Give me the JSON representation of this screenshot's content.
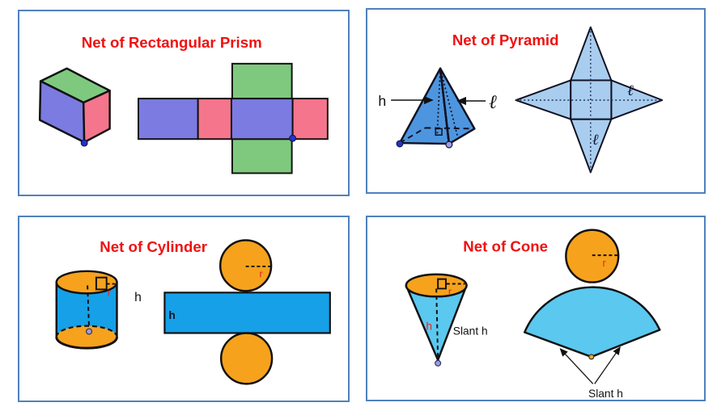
{
  "colors": {
    "panel_border": "#4f81bd",
    "title_red": "#ee1111",
    "label_red": "#e8251f",
    "prism_purple": "#7b7be1",
    "prism_pink": "#f5758d",
    "prism_green": "#7fc97f",
    "pyramid_blue": "#4d96df",
    "pyramid_net_blue": "#a9cdef",
    "cylinder_blue": "#16a0e8",
    "cone_blue": "#5bc8ef",
    "orange": "#f6a21d",
    "outline": "#111111",
    "dot_blue": "#2233cc",
    "dot_light_purple": "#9c9ce8",
    "dot_orange": "#f9a825"
  },
  "panels": {
    "prism": {
      "title": "Net of Rectangular Prism"
    },
    "pyramid": {
      "title": "Net of Pyramid",
      "label_h": "h",
      "label_ell": "ℓ",
      "label_ell_right": "ℓ",
      "label_ell_bottom": "ℓ"
    },
    "cylinder": {
      "title": "Net of Cylinder",
      "label_r_solid": "r",
      "label_h_solid": "h",
      "label_r_net": "r",
      "label_h_net": "h"
    },
    "cone": {
      "title": "Net of Cone",
      "label_r_solid": "r",
      "label_h_solid": "h",
      "label_slant_solid": "Slant h",
      "label_r_net": "r",
      "label_slant_net": "Slant h"
    }
  }
}
